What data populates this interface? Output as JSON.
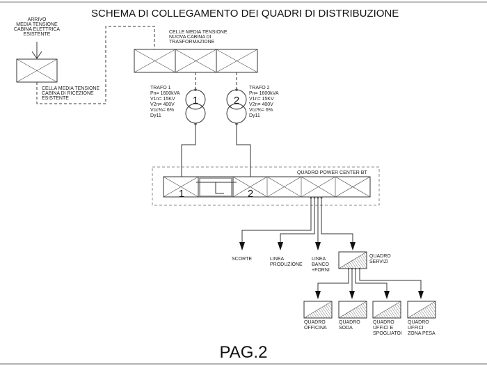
{
  "title": "SCHEMA DI COLLEGAMENTO DEI QUADRI DI DISTRIBUZIONE",
  "page_label": "PAG.2",
  "incoming": {
    "label": [
      "ARRIVO",
      "MEDIA TENSIONE",
      "CABINA ELETTRICA",
      "ESISTENTE"
    ],
    "cell_label": [
      "CELLA MEDIA TENSIONE",
      "CABINA DI RICEZIONE",
      "ESISTENTE"
    ]
  },
  "mv_cells": {
    "label": [
      "CELLE MEDIA TENSIONE",
      "NUOVA CABINA DI",
      "TRASFORMAZIONE"
    ]
  },
  "transformers": [
    {
      "number": "1",
      "specs": [
        "TRAFO 1",
        "Pn= 1600kVA",
        "V1n= 15KV",
        "V2n= 400V",
        "Vcc%= 6%",
        "Dy11"
      ]
    },
    {
      "number": "2",
      "specs": [
        "TRAFO 2",
        "Pn= 1600kVA",
        "V1n= 15KV",
        "V2n= 400V",
        "Vcc%= 6%",
        "Dy11"
      ]
    }
  ],
  "power_center": {
    "label": "QUADRO POWER CENTER BT",
    "cell_numbers": [
      "1",
      "2"
    ]
  },
  "outputs": [
    {
      "label": [
        "SCORTE"
      ]
    },
    {
      "label": [
        "LINEA",
        "PRODUZIONE"
      ]
    },
    {
      "label": [
        "LINEA",
        "BANCO",
        "+FORNI"
      ]
    }
  ],
  "servizi": {
    "label": [
      "QUADRO",
      "SERVIZI"
    ]
  },
  "sub_panels": [
    {
      "label": [
        "QUADRO",
        "OFFICINA"
      ]
    },
    {
      "label": [
        "QUADRO",
        "SODA"
      ]
    },
    {
      "label": [
        "QUADRO",
        "UFFICI E",
        "SPOGLIATOI"
      ]
    },
    {
      "label": [
        "QUADRO",
        "UFFICI",
        "ZONA PESA"
      ]
    }
  ]
}
